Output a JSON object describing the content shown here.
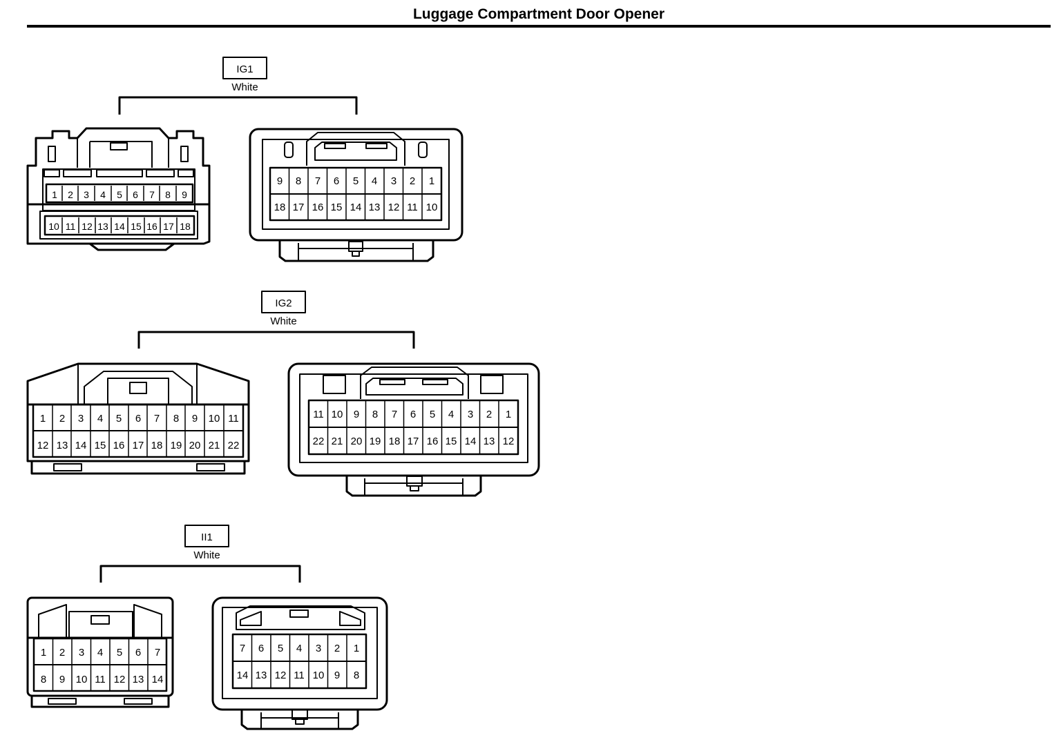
{
  "title": "Luggage Compartment Door Opener",
  "connectors": [
    {
      "code": "IG1",
      "color": "White",
      "male_rows": [
        [
          "1",
          "2",
          "3",
          "4",
          "5",
          "6",
          "7",
          "8",
          "9"
        ],
        [
          "10",
          "11",
          "12",
          "13",
          "14",
          "15",
          "16",
          "17",
          "18"
        ]
      ],
      "female_rows": [
        [
          "9",
          "8",
          "7",
          "6",
          "5",
          "4",
          "3",
          "2",
          "1"
        ],
        [
          "18",
          "17",
          "16",
          "15",
          "14",
          "13",
          "12",
          "11",
          "10"
        ]
      ]
    },
    {
      "code": "IG2",
      "color": "White",
      "male_rows": [
        [
          "1",
          "2",
          "3",
          "4",
          "5",
          "6",
          "7",
          "8",
          "9",
          "10",
          "11"
        ],
        [
          "12",
          "13",
          "14",
          "15",
          "16",
          "17",
          "18",
          "19",
          "20",
          "21",
          "22"
        ]
      ],
      "female_rows": [
        [
          "11",
          "10",
          "9",
          "8",
          "7",
          "6",
          "5",
          "4",
          "3",
          "2",
          "1"
        ],
        [
          "22",
          "21",
          "20",
          "19",
          "18",
          "17",
          "16",
          "15",
          "14",
          "13",
          "12"
        ]
      ]
    },
    {
      "code": "II1",
      "color": "White",
      "male_rows": [
        [
          "1",
          "2",
          "3",
          "4",
          "5",
          "6",
          "7"
        ],
        [
          "8",
          "9",
          "10",
          "11",
          "12",
          "13",
          "14"
        ]
      ],
      "female_rows": [
        [
          "7",
          "6",
          "5",
          "4",
          "3",
          "2",
          "1"
        ],
        [
          "14",
          "13",
          "12",
          "11",
          "10",
          "9",
          "8"
        ]
      ]
    }
  ]
}
